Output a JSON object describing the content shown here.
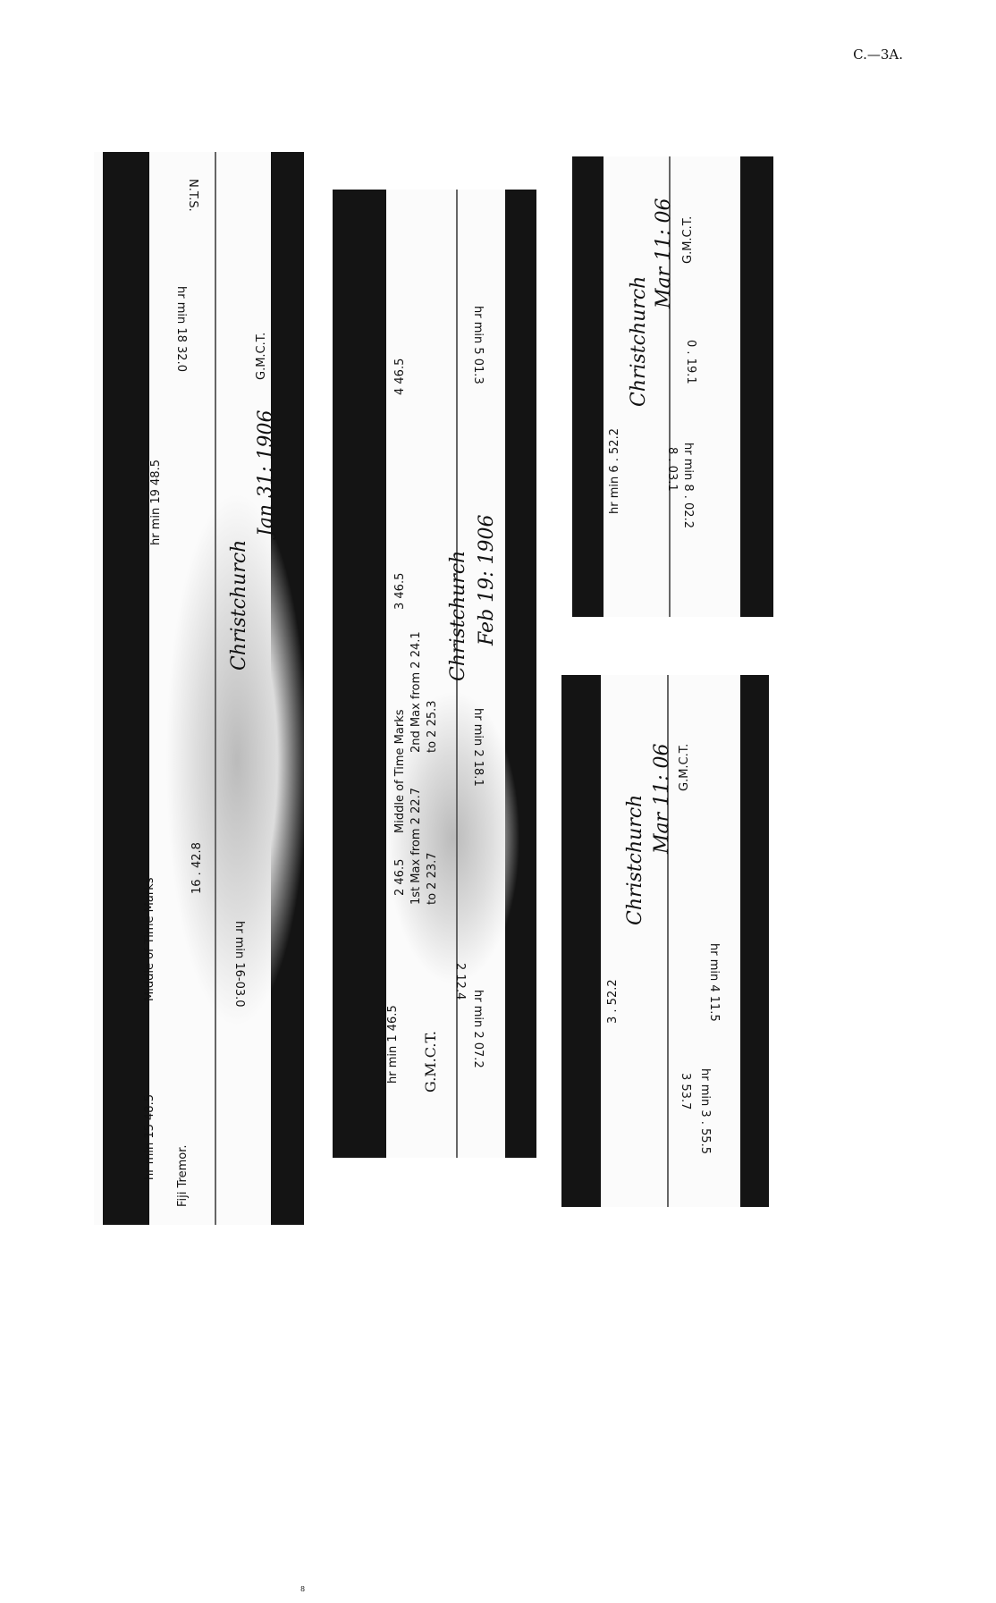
{
  "page_label": "C.—3A.",
  "footer_mark": "8",
  "records": [
    {
      "title": "Christchurch",
      "date": "Jan 31: 1906",
      "time_system": "G.M.C.T.",
      "notes": [
        "N.T.S.",
        "hr min 18 32.0",
        "hr min 19 48.5",
        "16 . 42.8",
        "hr min 16-03.0",
        "Middle of Time Marks",
        "hr min 15 48.5",
        "Fiji Tremor."
      ]
    },
    {
      "title": "Christchurch",
      "date": "Feb 19: 1906",
      "time_system": "G.M.C.T.",
      "notes": [
        "4 46.5",
        "3 46.5",
        "hr min 5 01.3",
        "Middle of Time Marks",
        "1st Max from 2 22.7",
        "to 2 23.7",
        "2nd Max from 2 24.1",
        "to 2 25.3",
        "hr min 2 18.1",
        "2 46.5",
        "hr min 2 07.2",
        "2 12.4",
        "hr min 1 46.5"
      ]
    },
    {
      "title": "Christchurch",
      "date": "Mar 11: 06",
      "time_system": "G.M.C.T.",
      "notes": [
        "0 . 19.1",
        "hr min 6 . 52.2",
        "hr min 8 . 02.2",
        "8 . 03.1"
      ]
    },
    {
      "title": "Christchurch",
      "date": "Mar 11: 06",
      "time_system": "G.M.C.T.",
      "notes": [
        "hr min 4 11.5",
        "3 . 52.2",
        "hr min 3 . 55.5",
        "3 53.7"
      ]
    }
  ]
}
